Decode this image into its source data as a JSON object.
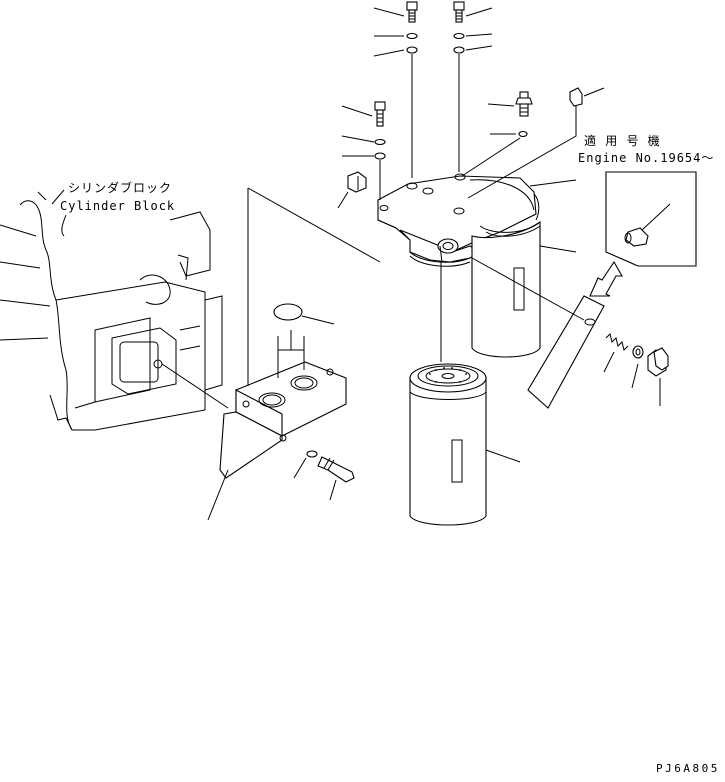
{
  "labels": {
    "cylinder_block_jp": "シリンダブロック",
    "cylinder_block_en": "Cylinder Block",
    "applicable_jp": "適 用 号 機",
    "engine_no": "Engine No.19654～",
    "drawing_code": "PJ6A805"
  },
  "colors": {
    "line": "#000000",
    "background": "#ffffff"
  }
}
